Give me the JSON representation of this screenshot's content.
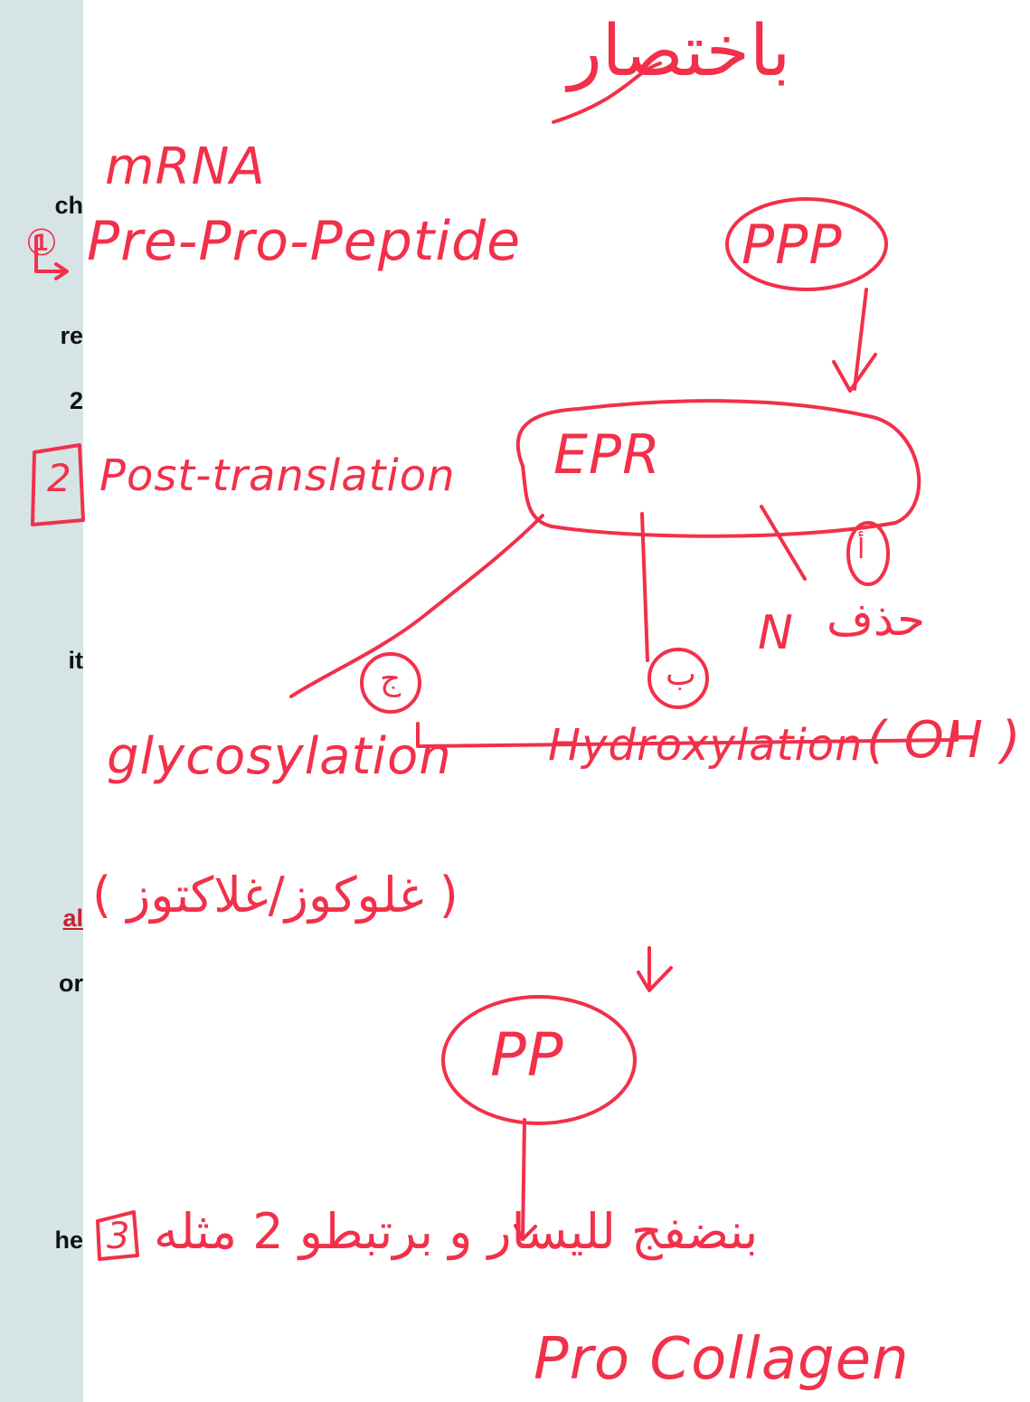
{
  "printed_fragments": [
    "ch",
    "re",
    "2",
    "it",
    "al",
    "or",
    "he"
  ],
  "notes": {
    "title_ar": "باختصار",
    "mrna": "mRNA",
    "step1_num": "①",
    "step1_text": "Pre-Pro-Peptide",
    "ppp": "PPP",
    "step2_num": "2",
    "step2_text": "Post-translation",
    "epr": "EPR",
    "label_a": "أ",
    "label_n": "N",
    "label_nlc": "حذف",
    "label_b": "ب",
    "label_c": "ج",
    "glycosylation": "glycosylation",
    "hydroxylation": "Hydroxylation",
    "oh": "( OH )",
    "sugars_ar": "( غلوكوز/غلاكتوز )",
    "pp": "PP",
    "step3_num": "3",
    "step3_ar": "بنضفج لليسار و برتبطو 2 مثله",
    "procollagen": "Pro Collagen"
  },
  "colors": {
    "ink": "#f2304a",
    "panel": "#d6e4e6",
    "printed_red": "#cc1f2d"
  }
}
